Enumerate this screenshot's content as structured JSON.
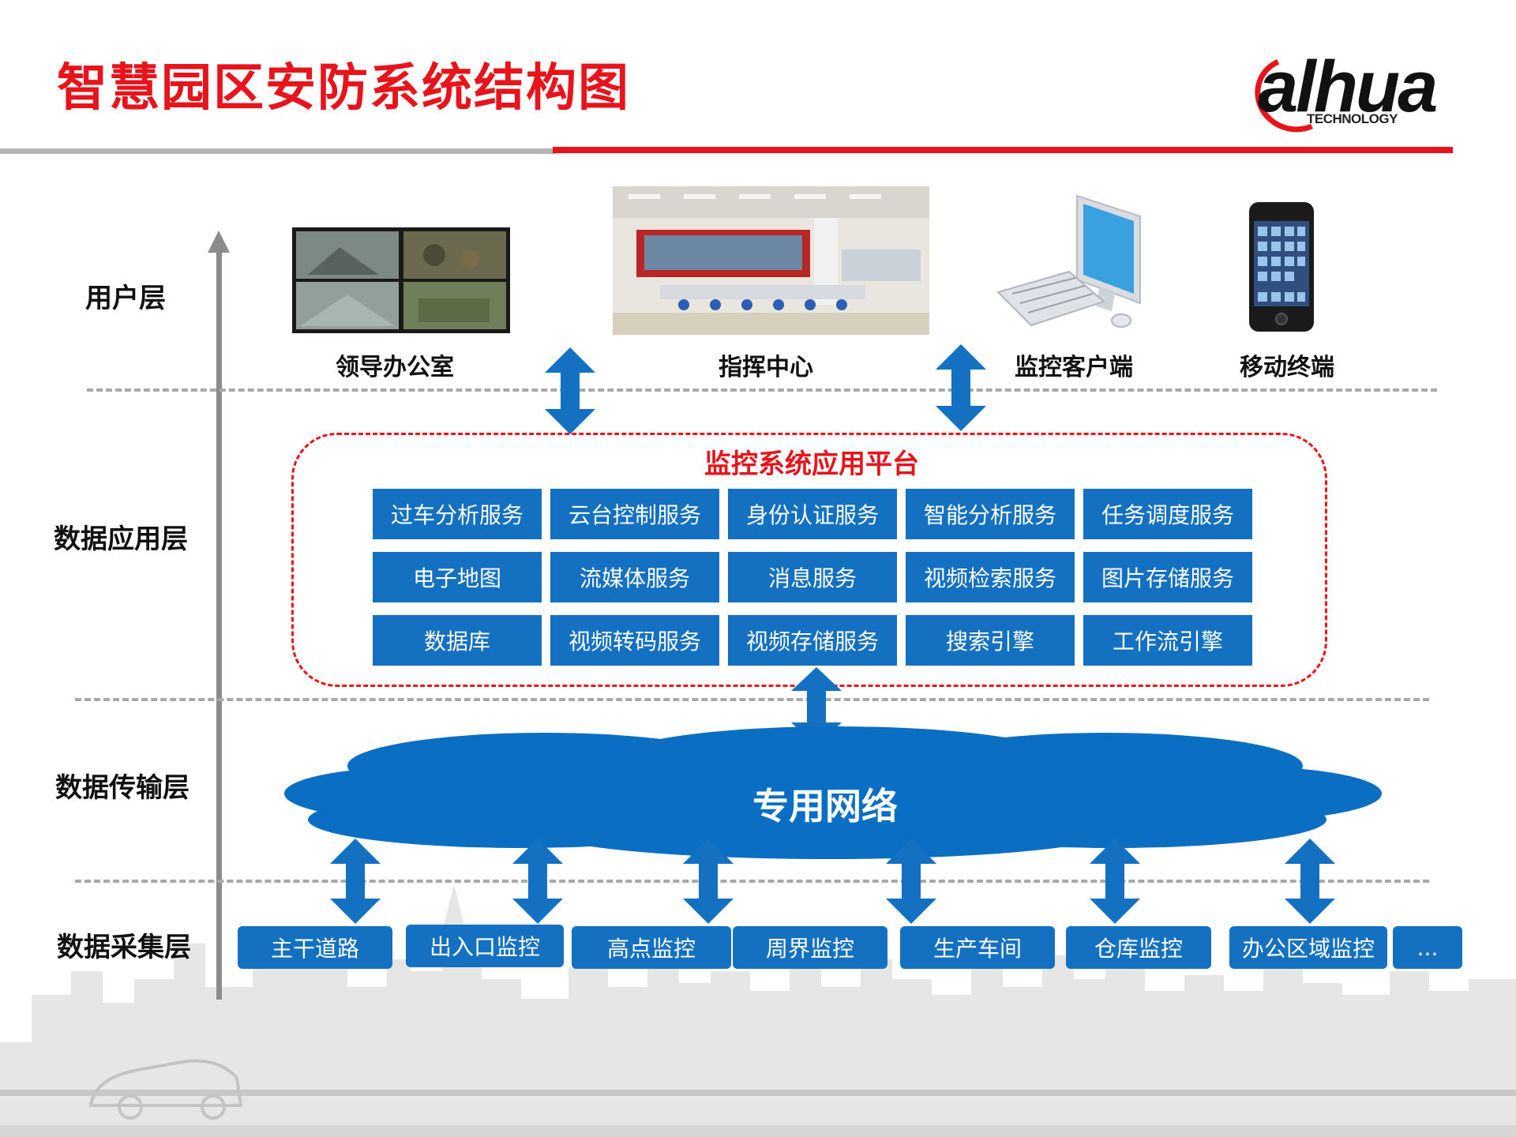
{
  "header": {
    "title": "智慧园区安防系统结构图",
    "logo_text": "alhua",
    "logo_sub": "TECHNOLOGY"
  },
  "layers": {
    "user": "用户层",
    "application": "数据应用层",
    "transport": "数据传输层",
    "collection": "数据采集层"
  },
  "user_endpoints": [
    "领导办公室",
    "指挥中心",
    "监控客户端",
    "移动终端"
  ],
  "platform": {
    "title": "监控系统应用平台",
    "services": [
      [
        "过车分析服务",
        "云台控制服务",
        "身份认证服务",
        "智能分析服务",
        "任务调度服务"
      ],
      [
        "电子地图",
        "流媒体服务",
        "消息服务",
        "视频检索服务",
        "图片存储服务"
      ],
      [
        "数据库",
        "视频转码服务",
        "视频存储服务",
        "搜索引擎",
        "工作流引擎"
      ]
    ]
  },
  "network": {
    "label": "专用网络"
  },
  "sources": [
    "主干道路",
    "出入口监控",
    "高点监控",
    "周界监控",
    "生产车间",
    "仓库监控",
    "办公区域监控",
    "..."
  ],
  "colors": {
    "accent_red": "#e8141b",
    "service_blue": "#1470c0",
    "cloud_blue": "#0a6fc2"
  }
}
